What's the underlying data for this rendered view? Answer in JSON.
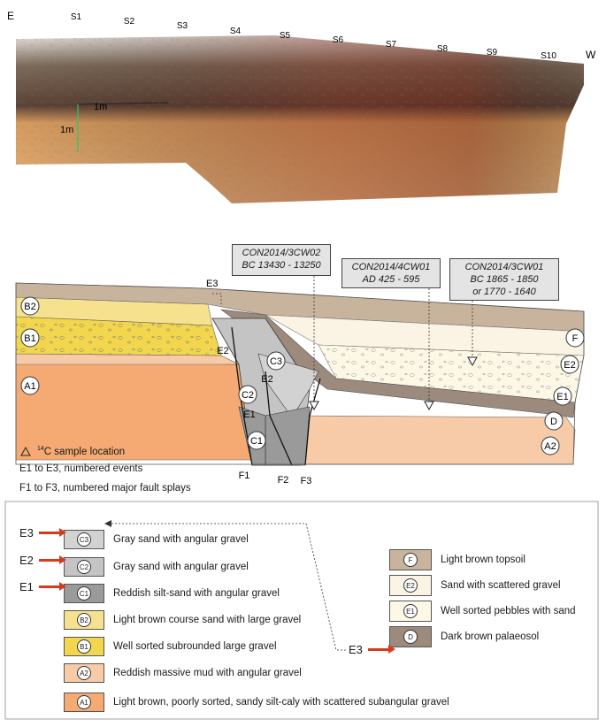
{
  "photo": {
    "orientation_left": "E",
    "orientation_right": "W",
    "stations": [
      "S1",
      "S2",
      "S3",
      "S4",
      "S5",
      "S6",
      "S7",
      "S8",
      "S9",
      "S10"
    ],
    "scale_horizontal": "1m",
    "scale_vertical": "1m"
  },
  "section": {
    "unit_labels": [
      "B2",
      "B1",
      "A1",
      "E2",
      "C3",
      "E2",
      "C2",
      "E1",
      "C1",
      "F",
      "E2",
      "E1",
      "D",
      "A2"
    ],
    "event_label_e3": "E3",
    "fault_labels": [
      "F1",
      "F2",
      "F3"
    ],
    "samples": [
      {
        "id": "CON2014/3CW02",
        "age": "BC 13430 - 13250"
      },
      {
        "id": "CON2014/4CW01",
        "age": "AD 425 - 595"
      },
      {
        "id": "CON2014/3CW01",
        "age": "BC 1865 - 1850",
        "age2": "or 1770 - 1640"
      }
    ]
  },
  "notes": {
    "sample_location_prefix": "14",
    "sample_location_text": "C sample location",
    "events": "E1 to E3,  numbered events",
    "faults": "F1 to F3,  numbered major fault splays"
  },
  "legend_left": [
    {
      "code": "C3",
      "label": "Gray sand with angular gravel",
      "color": "#d2d2d2",
      "event": "E3"
    },
    {
      "code": "C2",
      "label": "Gray sand with angular gravel",
      "color": "#c4c4c4",
      "event": "E2"
    },
    {
      "code": "C1",
      "label": "Reddish silt-sand with angular gravel",
      "color": "#9a9a9a",
      "event": "E1"
    },
    {
      "code": "B2",
      "label": "Light brown course sand with large gravel",
      "color": "#f6e28e",
      "event": ""
    },
    {
      "code": "B1",
      "label": "Well sorted subrounded large gravel",
      "color": "#f1d64e",
      "event": ""
    },
    {
      "code": "A2",
      "label": "Reddish  massive  mud with angular gravel",
      "color": "#f7cba8",
      "event": ""
    },
    {
      "code": "A1",
      "label": "Light brown, poorly sorted,  sandy silt-caly with scattered subangular gravel",
      "color": "#f4aa72",
      "event": ""
    }
  ],
  "legend_right": [
    {
      "code": "F",
      "label": "Light brown topsoil",
      "color": "#c8b49c"
    },
    {
      "code": "E2",
      "label": "Sand with scattered gravel",
      "color": "#fbf3e3"
    },
    {
      "code": "E1",
      "label": "Well sorted pebbles with sand",
      "color": "#fdf7e6"
    },
    {
      "code": "D",
      "label": "Dark brown palaeosol",
      "color": "#9c8a7c"
    }
  ],
  "legend_e3_tag": "E3"
}
